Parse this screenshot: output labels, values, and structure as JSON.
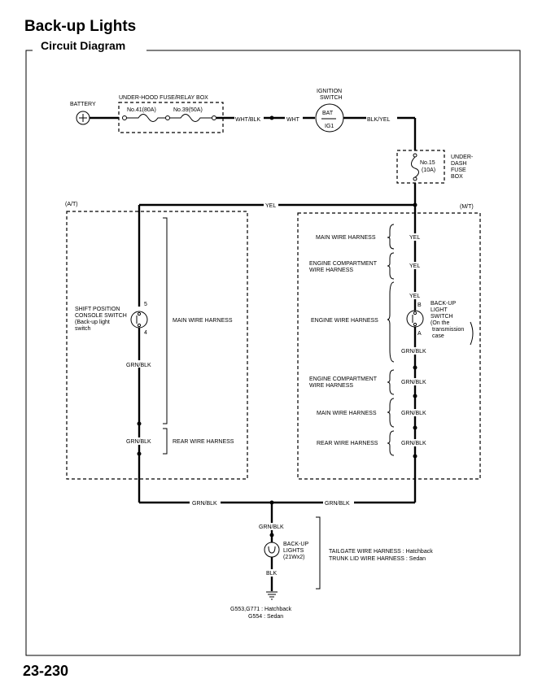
{
  "header": {
    "title": "Back-up Lights",
    "subtitle": "Circuit Diagram",
    "page_number": "23-230"
  },
  "diagram": {
    "battery": "BATTERY",
    "fuse_box": "UNDER-HOOD FUSE/RELAY BOX",
    "fuse41": "No.41(80A)",
    "fuse39": "No.39(50A)",
    "wire_wht_blk": "WHT/BLK",
    "wire_wht": "WHT",
    "ign_line1": "IGNITION",
    "ign_line2": "SWITCH",
    "ign_bat": "BAT",
    "ign_ig1": "IG1",
    "wire_blk_yel": "BLK/YEL",
    "fuse15": "No.15",
    "fuse15_rating": "(10A)",
    "underdash_1": "UNDER-",
    "underdash_2": "DASH",
    "underdash_3": "FUSE",
    "underdash_4": "BOX",
    "wire_yel": "YEL",
    "at_label": "(A/T)",
    "mt_label": "(M/T)",
    "sp_line1": "SHIFT POSITION",
    "sp_line2": "CONSOLE SWITCH",
    "sp_line3": "(Back-up light",
    "sp_line4": " switch",
    "pin5": "5",
    "pin4": "4",
    "main_wire_harness": "MAIN WIRE HARNESS",
    "rear_wire_harness": "REAR WIRE HARNESS",
    "wire_grn_blk": "GRN/BLK",
    "ec_line1": "ENGINE COMPARTMENT",
    "ec_line2": "WIRE HARNESS",
    "engine_wire_harness": "ENGINE WIRE HARNESS",
    "bu_sw_1": "BACK-UP",
    "bu_sw_2": "LIGHT",
    "bu_sw_3": "SWITCH",
    "bu_sw_4": "(On the",
    "bu_sw_5": "transmission",
    "bu_sw_6": "case",
    "pin_b": "B",
    "pin_a": "A",
    "bul_1": "BACK-UP",
    "bul_2": "LIGHTS",
    "bul_3": "(21Wx2)",
    "tailgate": "TAILGATE WIRE HARNESS : Hatchback",
    "trunk": "TRUNK LID WIRE HARNESS : Sedan",
    "wire_blk": "BLK",
    "ground1": "G553,G771 : Hatchback",
    "ground2": "G554 : Sedan"
  }
}
